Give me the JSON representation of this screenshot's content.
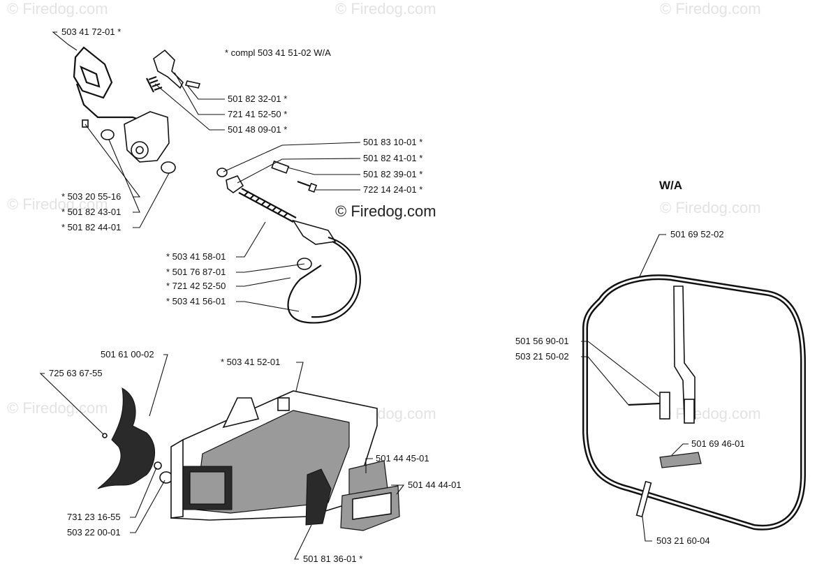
{
  "watermark": "© Firedog.com",
  "note": "*  compl 503 41 51-02 W/A",
  "section_title": "W/A",
  "labels": {
    "p1": "503 41 72-01  *",
    "p2": "501 82 32-01  *",
    "p3": "721 41 52-50  *",
    "p4": "501 48 09-01  *",
    "p5": "501 83 10-01  *",
    "p6": "501 82 41-01  *",
    "p7": "501 82 39-01  *",
    "p8": "722 14 24-01  *",
    "p9": "*  503 20 55-16",
    "p10": "*  501 82 43-01",
    "p11": "*  501 82 44-01",
    "p12": "*  503 41 58-01",
    "p13": "*  501 76 87-01",
    "p14": "*  721 42 52-50",
    "p15": "*  503 41 56-01",
    "p16": "501 61 00-02",
    "p17": "725 63 67-55",
    "p18": "*  503 41 52-01",
    "p19": "501 44 45-01",
    "p20": "501 44 44-01",
    "p21": "731 23 16-55",
    "p22": "503 22 00-01",
    "p23": "501 81 36-01  *",
    "p24": "501 69 52-02",
    "p25": "501 56 90-01",
    "p26": "503 21 50-02",
    "p27": "501 69 46-01",
    "p28": "503 21 60-04"
  }
}
